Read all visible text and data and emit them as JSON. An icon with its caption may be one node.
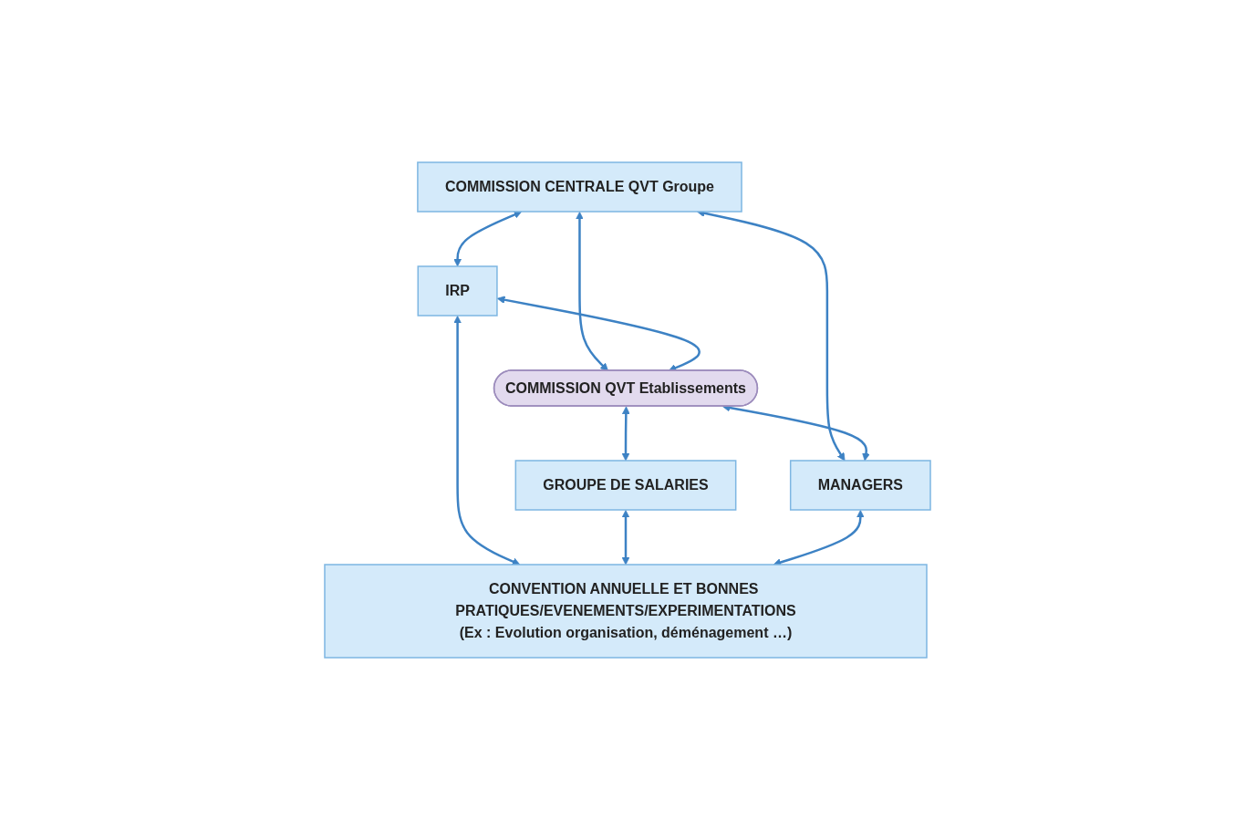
{
  "diagram": {
    "nodes": [
      {
        "text": [
          "COMMISSION CENTRALE QVT Groupe"
        ]
      },
      {
        "text": [
          "IRP"
        ]
      },
      {
        "text": [
          "COMMISSION QVT Etablissements"
        ]
      },
      {
        "text": [
          "MANAGERS"
        ]
      },
      {
        "text": [
          "GROUPE DE SALARIES"
        ]
      },
      {
        "text": [
          "CONVENTION ANNUELLE ET BONNES PRATIQUES/EVENEMENTS/EXPERIMENTATIONS",
          "(Ex : Evolution organisation, déménagement …)"
        ]
      }
    ],
    "edges": [
      {
        "from": 0,
        "to": 1,
        "arrow": "both"
      },
      {
        "from": 0,
        "to": 2,
        "arrow": "both"
      },
      {
        "from": 0,
        "to": 3,
        "arrow": "both"
      },
      {
        "from": 1,
        "to": 2,
        "arrow": "both"
      },
      {
        "from": 2,
        "to": 3,
        "arrow": "both"
      },
      {
        "from": 2,
        "to": 4,
        "arrow": "both"
      },
      {
        "from": 1,
        "to": 5,
        "arrow": "both"
      },
      {
        "from": 4,
        "to": 5,
        "arrow": "both"
      },
      {
        "from": 3,
        "to": 5,
        "arrow": "both"
      }
    ]
  }
}
